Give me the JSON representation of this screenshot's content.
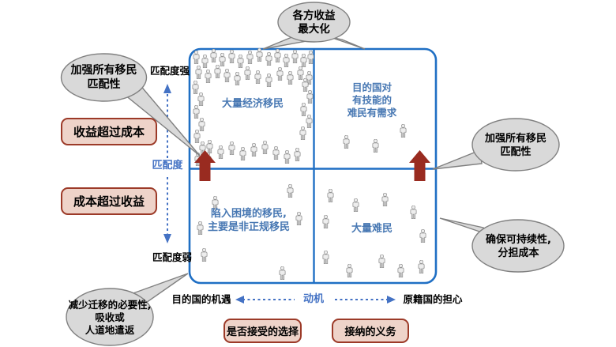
{
  "diagram": {
    "bubbles": {
      "top": {
        "lines": [
          "各方收益",
          "最大化"
        ]
      },
      "left": {
        "lines": [
          "加强所有移民",
          "匹配性"
        ]
      },
      "bottom_left": {
        "lines": [
          "减少迁移的必要性,",
          "吸收或",
          "人道地遣返"
        ]
      },
      "right_top": {
        "lines": [
          "加强所有移民",
          "匹配性"
        ]
      },
      "right_bottom": {
        "lines": [
          "确保可持续性,",
          "分担成本"
        ]
      }
    },
    "callouts": {
      "benefit_over_cost": "收益超过成本",
      "cost_over_benefit": "成本超过收益",
      "choice_to_accept": "是否接受的选择",
      "obligation_to_admit": "接纳的义务"
    },
    "y_axis": {
      "label": "匹配度",
      "high": "匹配度强",
      "low": "匹配度弱"
    },
    "x_axis": {
      "label": "动机",
      "left_end": "目的国的机遇",
      "right_end": "原籍国的担心"
    },
    "quadrants": {
      "top_left": {
        "label": "大量经济移民",
        "figures": 48
      },
      "top_right": {
        "lines": [
          "目的国对",
          "有技能的",
          "难民有需求"
        ],
        "figures": 3
      },
      "bottom_left": {
        "lines": [
          "陷入困境的移民,",
          "主要是非正规移民"
        ],
        "figures": 6
      },
      "bottom_right": {
        "label": "大量难民",
        "figures": 11
      }
    },
    "colors": {
      "box_border": "#1f6fc4",
      "quadrant_text": "#4878b3",
      "axis_blue": "#4472c4",
      "arrow_red": "#992b20",
      "callout_fill": "#eed3c9",
      "callout_border": "#9c3a28",
      "bubble_fill": "#d9d9d9",
      "bubble_border": "#808080",
      "figure_fill": "#ededed",
      "figure_stroke": "#8c8c8c"
    }
  }
}
